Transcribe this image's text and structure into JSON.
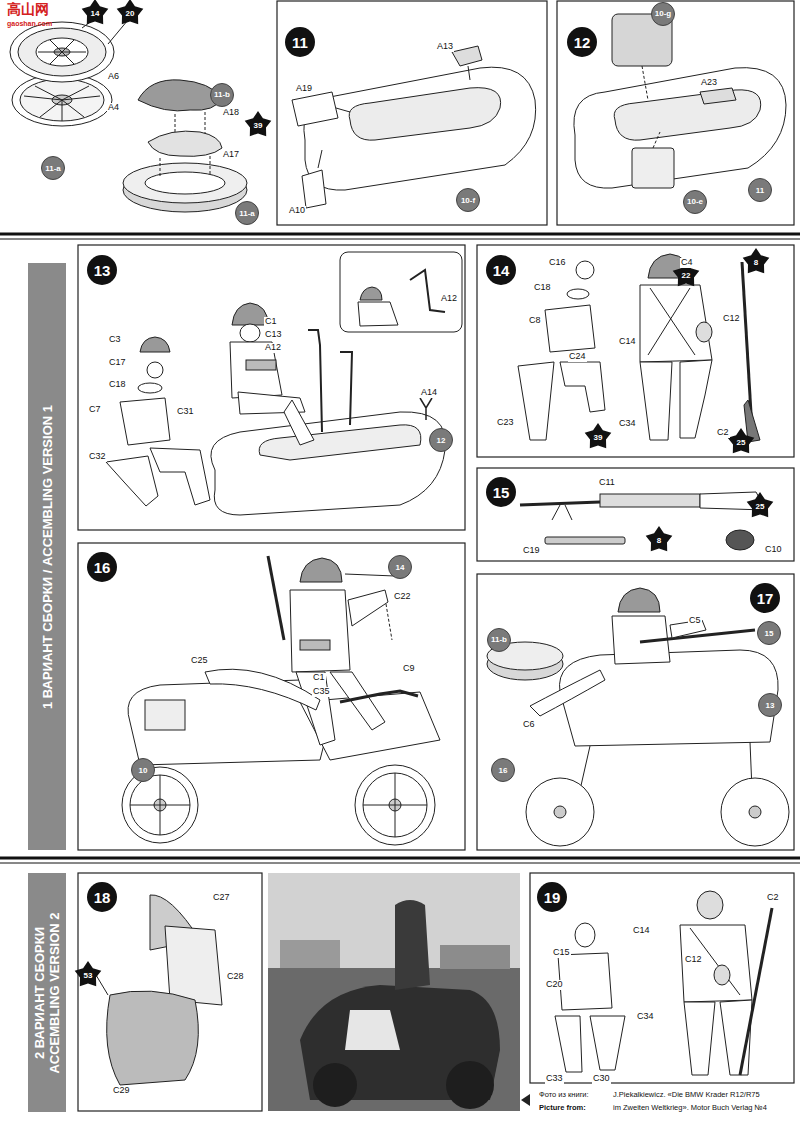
{
  "diagram": {
    "nodes": [
      {
        "text": [
          "14"
        ]
      },
      {
        "text": [
          "20"
        ]
      },
      {
        "text": [
          "11-b"
        ]
      },
      {
        "text": [
          "39"
        ]
      },
      {
        "text": [
          "11-a"
        ]
      },
      {
        "text": [
          "11-a"
        ]
      },
      {
        "text": [
          "11"
        ]
      },
      {
        "text": [
          "10-f"
        ]
      },
      {
        "text": [
          "12"
        ]
      },
      {
        "text": [
          "10-g"
        ]
      },
      {
        "text": [
          "10-e"
        ]
      },
      {
        "text": [
          "11"
        ]
      },
      {
        "text": [
          "1 ВАРИАНТ СБОРКИ / ACCEMBLING VERSION 1"
        ]
      },
      {
        "text": [
          "13"
        ]
      },
      {
        "text": [
          "12"
        ]
      },
      {
        "text": [
          "14"
        ]
      },
      {
        "text": [
          "22"
        ]
      },
      {
        "text": [
          "8"
        ]
      },
      {
        "text": [
          "39"
        ]
      },
      {
        "text": [
          "25"
        ]
      },
      {
        "text": [
          "15"
        ]
      },
      {
        "text": [
          "25"
        ]
      },
      {
        "text": [
          "8"
        ]
      },
      {
        "text": [
          "16"
        ]
      },
      {
        "text": [
          "14"
        ]
      },
      {
        "text": [
          "10"
        ]
      },
      {
        "text": [
          "17"
        ]
      },
      {
        "text": [
          "11-b"
        ]
      },
      {
        "text": [
          "15"
        ]
      },
      {
        "text": [
          "13"
        ]
      },
      {
        "text": [
          "16"
        ]
      },
      {
        "text": [
          "2 ВАРИАНТ СБОРКИ ACCEMBLING VERSION 2"
        ]
      },
      {
        "text": [
          "18"
        ]
      },
      {
        "text": [
          "53"
        ]
      },
      {
        "text": [
          "19"
        ]
      }
    ],
    "labels": [
      "高山网",
      "gaoshan.com",
      "A6",
      "A4",
      "A18",
      "A17",
      "A13",
      "A19",
      "A10",
      "A23",
      "C3",
      "C17",
      "C18",
      "C7",
      "C31",
      "C32",
      "C1",
      "C13",
      "A12",
      "A12",
      "A14",
      "C16",
      "C18",
      "C8",
      "C24",
      "C23",
      "C4",
      "C12",
      "C14",
      "C34",
      "C2",
      "C11",
      "C19",
      "C10",
      "C22",
      "C1",
      "C35",
      "C9",
      "C25",
      "C5",
      "C6",
      "C27",
      "C28",
      "C29",
      "C15",
      "C20",
      "C33",
      "C30",
      "C14",
      "C12",
      "C34",
      "C2",
      "Фото из книги:",
      "Picture from:",
      "J.Piekalkiewicz. «Die BMW Krader R12/R75",
      "im Zweiten Weltkrieg». Motor Buch Verlag №4"
    ]
  }
}
